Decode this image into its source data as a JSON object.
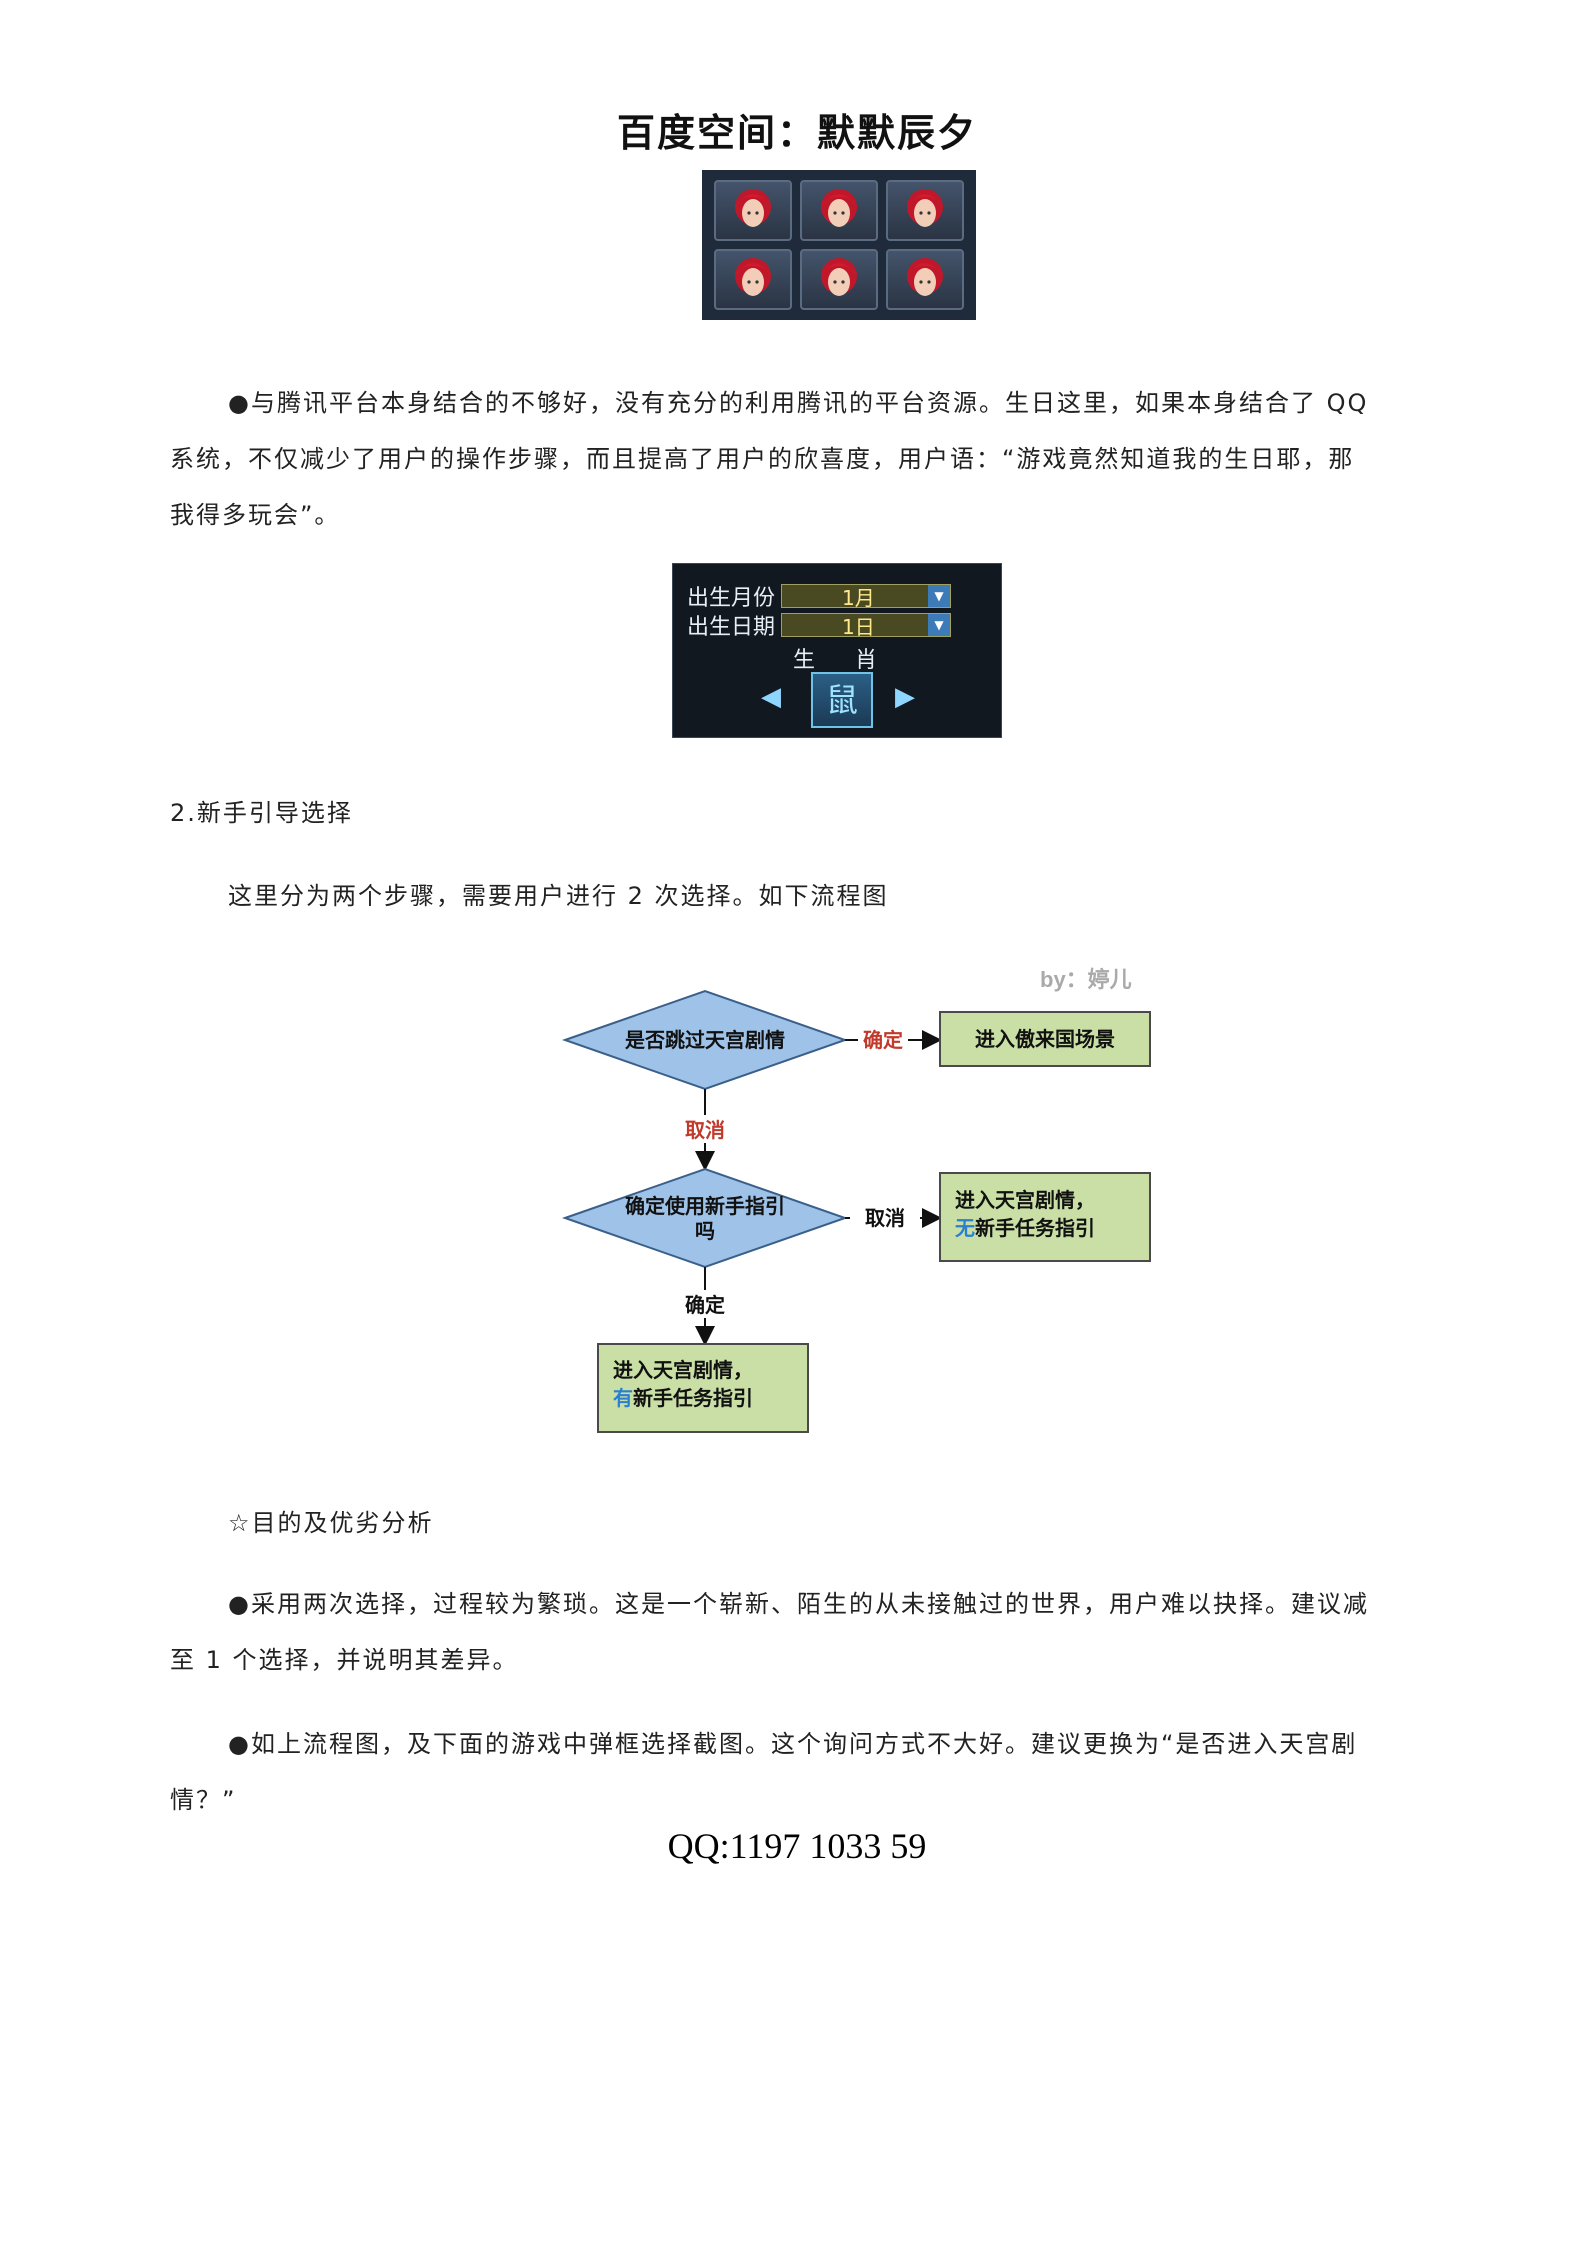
{
  "title": "百度空间：默默辰夕",
  "para1_lines": [
    "●与腾讯平台本身结合的不够好，没有充分的利用腾讯的平台资源。生日这里，如果本身结合了 QQ",
    "系统，不仅减少了用户的操作步骤，而且提高了用户的欣喜度，用户语：“游戏竟然知道我的生日耶，那",
    "我得多玩会”。"
  ],
  "birthday_panel": {
    "month_label": "出生月份",
    "month_value": "1月",
    "day_label": "出生日期",
    "day_value": "1日",
    "zodiac_label": "生肖",
    "zodiac_value": "鼠"
  },
  "section2_heading": "2.新手引导选择",
  "section2_text": "这里分为两个步骤，需要用户进行 2 次选择。如下流程图",
  "flowchart": {
    "watermark": "by：婷儿",
    "decision1": "是否跳过天宫剧情",
    "yes1_label": "确定",
    "box1": "进入傲来国场景",
    "no1_label": "取消",
    "decision2_line1": "确定使用新手指引",
    "decision2_line2": "吗",
    "no2_label": "取消",
    "box2_line1": "进入天宫剧情，",
    "box2_line2_prefix": "无",
    "box2_line2_rest": "新手任务指引",
    "yes2_label": "确定",
    "box3_line1": "进入天宫剧情，",
    "box3_line2_prefix": "有",
    "box3_line2_rest": "新手任务指引"
  },
  "analysis_heading": "☆目的及优劣分析",
  "para2_lines": [
    "●采用两次选择，过程较为繁琐。这是一个崭新、陌生的从未接触过的世界，用户难以抉择。建议减",
    "至 1 个选择，并说明其差异。"
  ],
  "para3_lines": [
    "●如上流程图，及下面的游戏中弹框选择截图。这个询问方式不大好。建议更换为“是否进入天宫剧",
    "情？”"
  ],
  "qq": "QQ:1197 1033 59",
  "colors": {
    "diamond_fill": "#9ec2e8",
    "diamond_stroke": "#3a5f8a",
    "box_fill": "#c9dfa6",
    "box_stroke": "#4a4a4a",
    "edge_red": "#c0392b",
    "highlight_blue": "#2a7fcf"
  }
}
